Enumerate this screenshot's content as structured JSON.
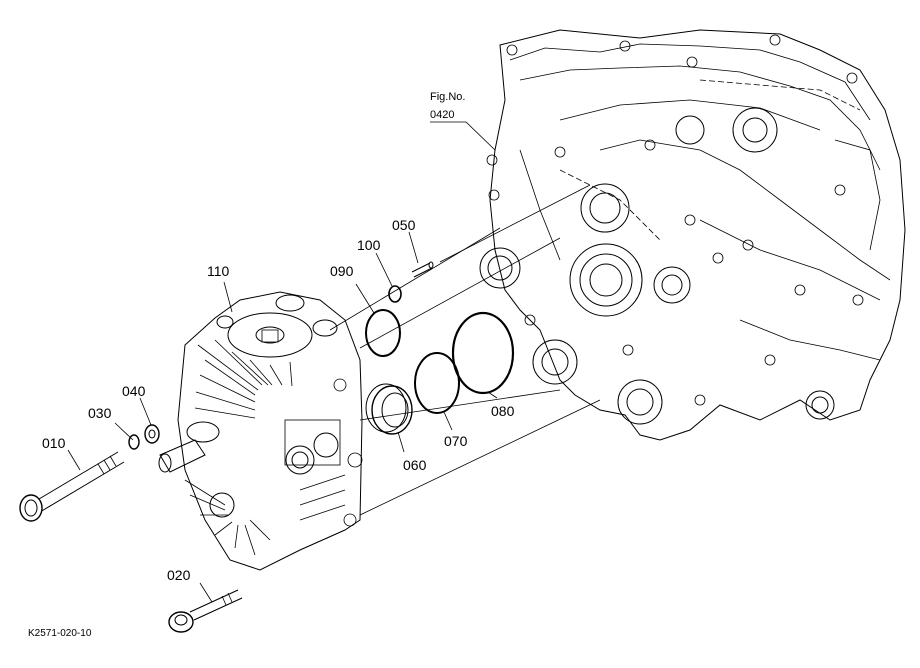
{
  "figure_ref": {
    "line1": "Fig.No.",
    "line2": "0420"
  },
  "drawing_code": "K2571-020-10",
  "parts": [
    {
      "id": "part-010",
      "label": "010"
    },
    {
      "id": "part-020",
      "label": "020"
    },
    {
      "id": "part-030",
      "label": "030"
    },
    {
      "id": "part-040",
      "label": "040"
    },
    {
      "id": "part-050",
      "label": "050"
    },
    {
      "id": "part-060",
      "label": "060"
    },
    {
      "id": "part-070",
      "label": "070"
    },
    {
      "id": "part-080",
      "label": "080"
    },
    {
      "id": "part-090",
      "label": "090"
    },
    {
      "id": "part-100",
      "label": "100"
    },
    {
      "id": "part-110",
      "label": "110"
    }
  ]
}
